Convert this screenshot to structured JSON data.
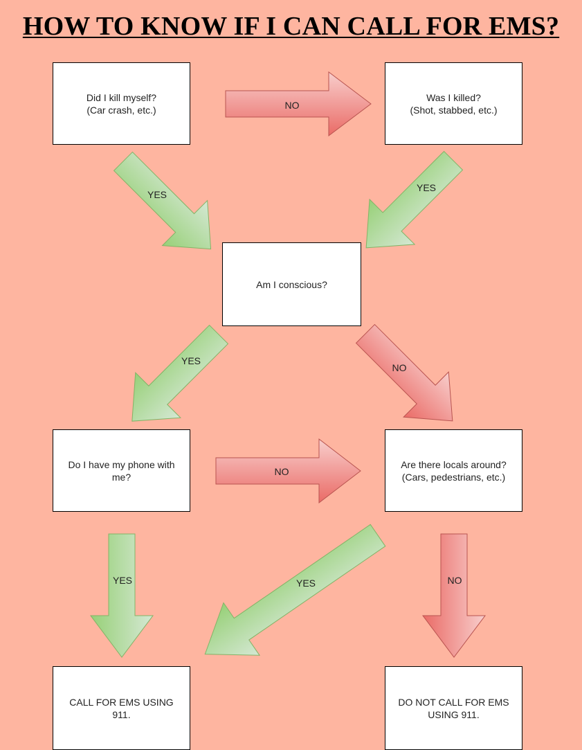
{
  "title": "HOW TO KNOW IF I CAN CALL FOR EMS?",
  "nodes": {
    "killed_myself": "Did I kill myself?\n(Car crash, etc.)",
    "was_killed": "Was I killed?\n(Shot, stabbed, etc.)",
    "conscious": "Am I conscious?",
    "have_phone": "Do I have my phone with me?",
    "locals_around": "Are there locals around?\n(Cars, pedestrians, etc.)",
    "call_ems": "CALL FOR EMS USING 911.",
    "do_not_call": "DO NOT CALL FOR EMS USING 911."
  },
  "edges": {
    "killed_myself_no": "NO",
    "killed_myself_yes": "YES",
    "was_killed_yes": "YES",
    "conscious_yes": "YES",
    "conscious_no": "NO",
    "phone_no": "NO",
    "phone_yes": "YES",
    "locals_yes": "YES",
    "locals_no": "NO"
  },
  "colors": {
    "background": "#feb5a0",
    "yes_arrow_top": "#d5e8d4",
    "yes_arrow_bottom": "#97d077",
    "yes_arrow_stroke": "#82b366",
    "no_arrow_top": "#f8cecc",
    "no_arrow_bottom": "#ea6b66",
    "no_arrow_stroke": "#b85450"
  }
}
